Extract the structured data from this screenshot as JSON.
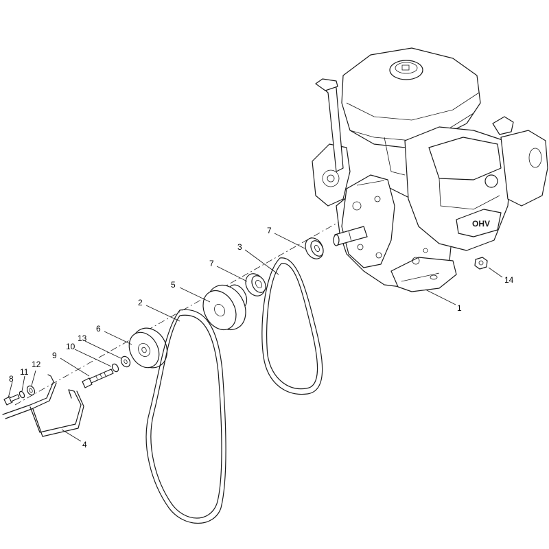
{
  "diagram": {
    "callouts": [
      "1",
      "2",
      "3",
      "4",
      "5",
      "6",
      "7",
      "7",
      "8",
      "9",
      "10",
      "11",
      "12",
      "13",
      "14"
    ],
    "engine_badge": "OHV",
    "colors": {
      "line": "#1a1a1a",
      "background": "#ffffff"
    }
  }
}
